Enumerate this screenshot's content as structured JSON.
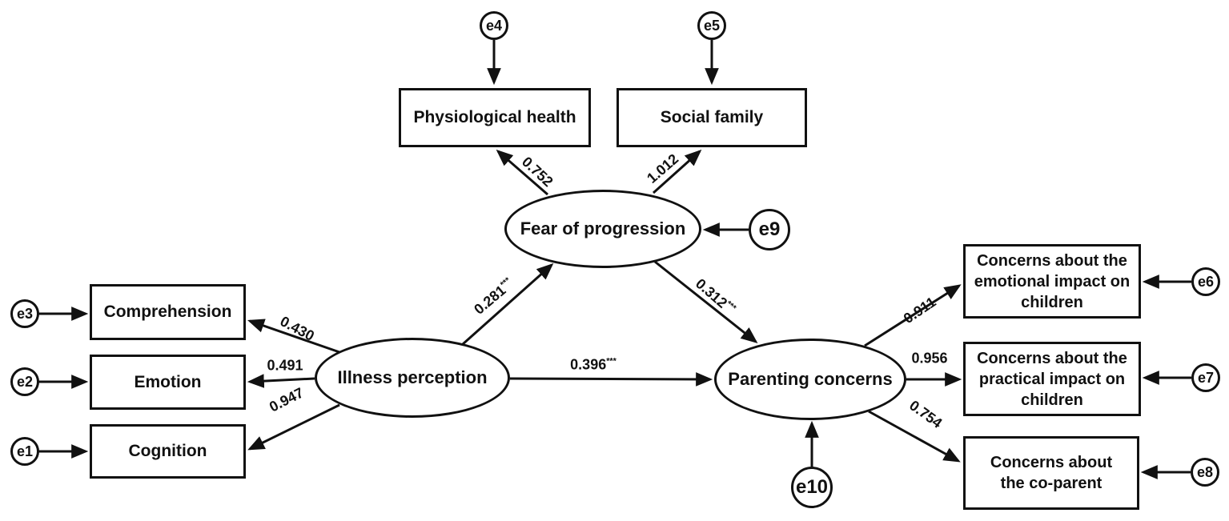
{
  "diagram": {
    "type": "structural-equation-model",
    "background_color": "#ffffff",
    "line_color": "#111111",
    "text_color": "#111111"
  },
  "nodes": {
    "latent": {
      "illness": {
        "label": "Illness perception"
      },
      "fear": {
        "label": "Fear of progression"
      },
      "parenting": {
        "label": "Parenting concerns"
      }
    },
    "observed": {
      "comprehension": {
        "label": "Comprehension"
      },
      "emotion": {
        "label": "Emotion"
      },
      "cognition": {
        "label": "Cognition"
      },
      "physiological": {
        "label": "Physiological health"
      },
      "social": {
        "label": "Social family"
      },
      "emotional_impact": {
        "label": "Concerns about the emotional impact on children"
      },
      "practical_impact": {
        "label": "Concerns about the practical impact on children"
      },
      "co_parent": {
        "label": "Concerns about the co-parent"
      }
    },
    "errors": {
      "e1": {
        "label": "e1"
      },
      "e2": {
        "label": "e2"
      },
      "e3": {
        "label": "e3"
      },
      "e4": {
        "label": "e4"
      },
      "e5": {
        "label": "e5"
      },
      "e6": {
        "label": "e6"
      },
      "e7": {
        "label": "e7"
      },
      "e8": {
        "label": "e8"
      },
      "e9": {
        "label": "e9"
      },
      "e10": {
        "label": "e10"
      }
    }
  },
  "coefficients": {
    "illness_comprehension": {
      "value": "0.430",
      "stars": ""
    },
    "illness_emotion": {
      "value": "0.491",
      "stars": ""
    },
    "illness_cognition": {
      "value": "0.947",
      "stars": ""
    },
    "illness_fear": {
      "value": "0.281",
      "stars": "***"
    },
    "fear_physiological": {
      "value": "0.752",
      "stars": ""
    },
    "fear_social": {
      "value": "1.012",
      "stars": ""
    },
    "fear_parenting": {
      "value": "0.312",
      "stars": "***"
    },
    "illness_parenting": {
      "value": "0.396",
      "stars": "***"
    },
    "parenting_emotional": {
      "value": "0.911",
      "stars": ""
    },
    "parenting_practical": {
      "value": "0.956",
      "stars": ""
    },
    "parenting_coparent": {
      "value": "0.754",
      "stars": ""
    }
  }
}
